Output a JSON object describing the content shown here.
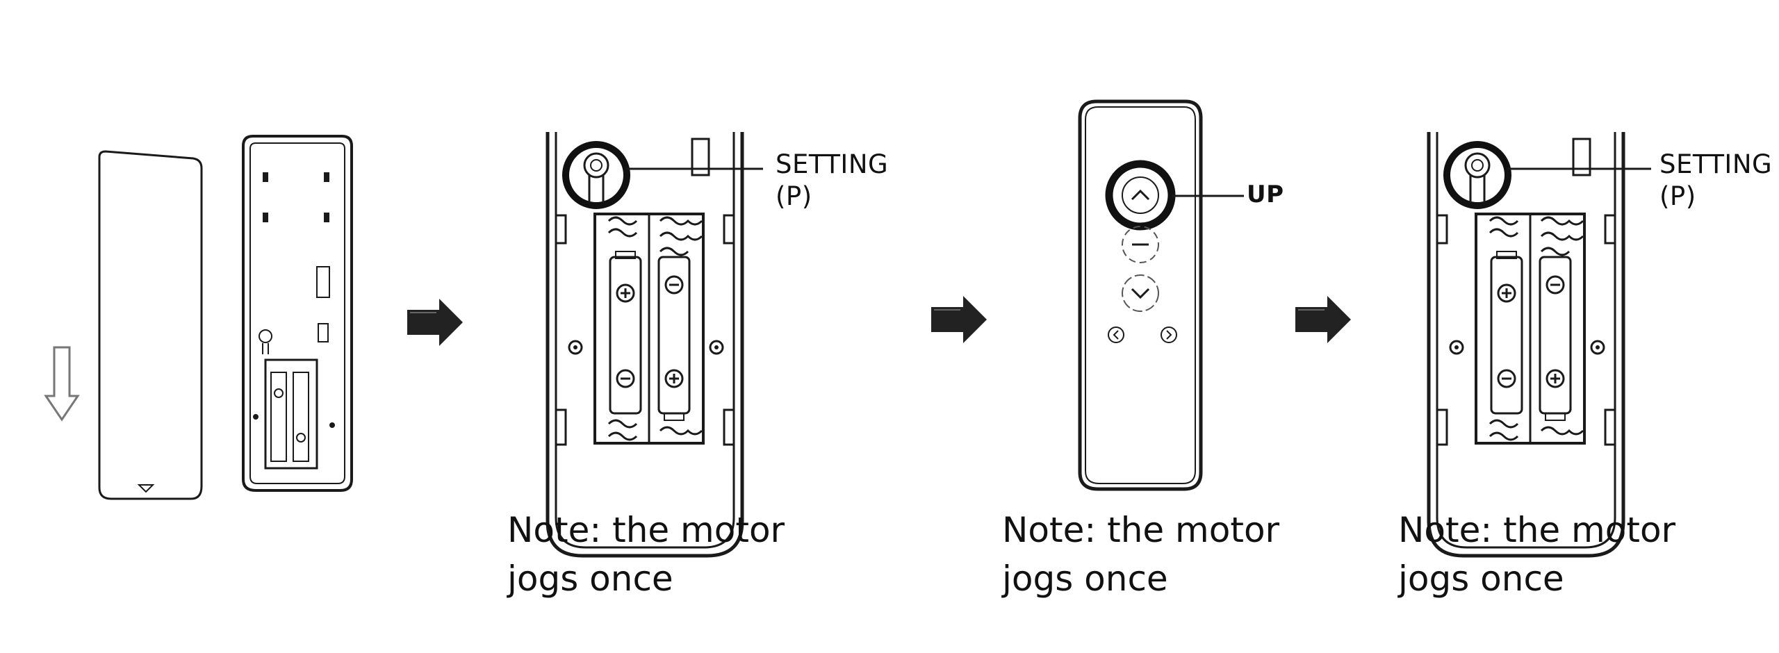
{
  "colors": {
    "ink": "#1a1a1a",
    "light_ink": "#777777",
    "arrow": "#222222",
    "background": "#ffffff"
  },
  "icons": [
    "down-arrow-icon",
    "right-arrow-icon",
    "up-chevron-icon",
    "stop-icon",
    "down-chevron-icon",
    "left-chevron-icon",
    "right-chevron-icon",
    "plus-icon",
    "minus-icon"
  ],
  "steps": [
    {
      "id": "step-1"
    },
    {
      "id": "step-2",
      "callout_line1": "SETTING",
      "callout_line2": "(P)",
      "note_line1": "Note: the motor",
      "note_line2": "jogs once"
    },
    {
      "id": "step-3",
      "callout": "UP",
      "note_line1": "Note: the motor",
      "note_line2": "jogs once"
    },
    {
      "id": "step-4",
      "callout_line1": "SETTING",
      "callout_line2": "(P)",
      "note_line1": "Note: the motor",
      "note_line2": "jogs once"
    }
  ]
}
